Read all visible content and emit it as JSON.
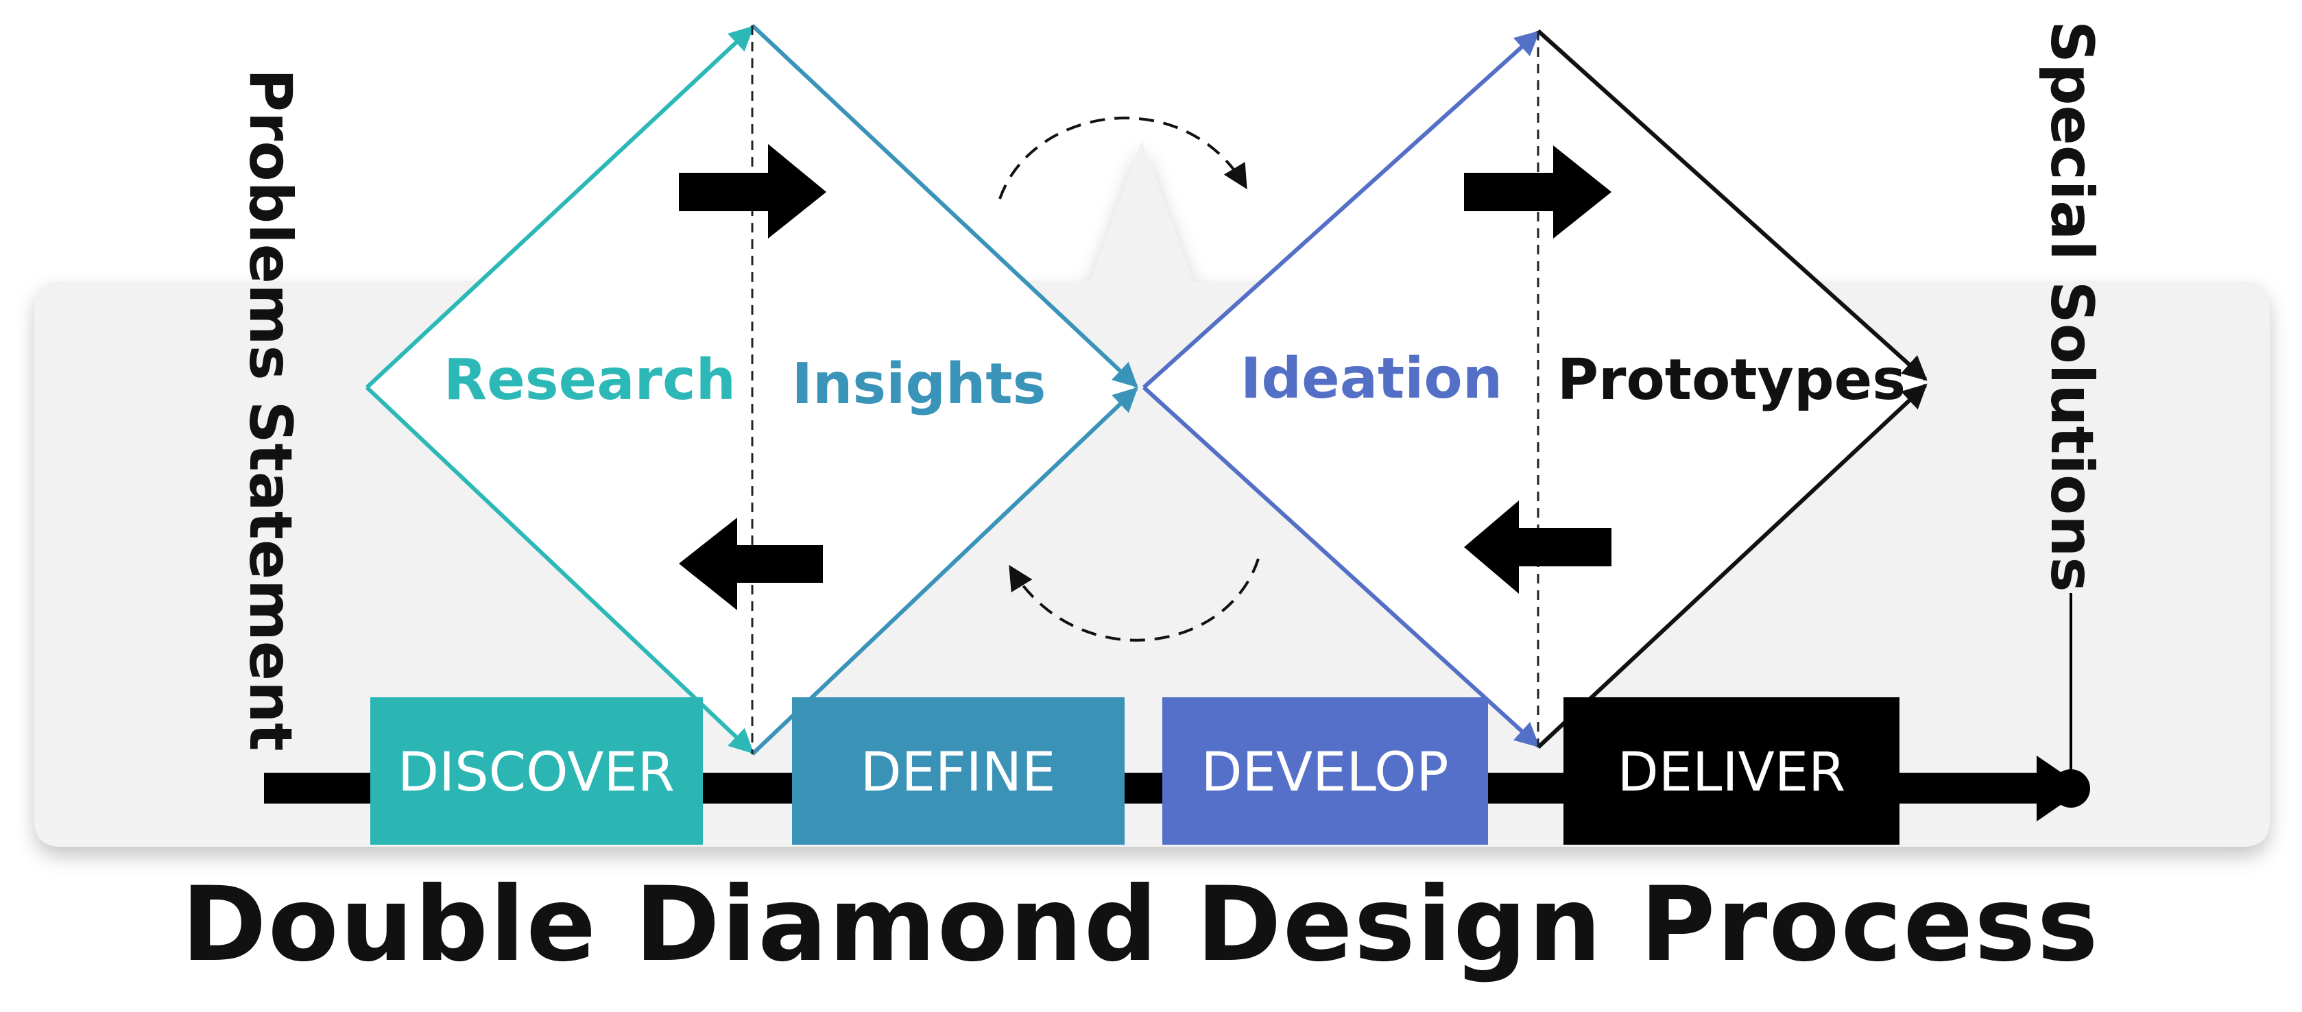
{
  "title": "Double Diamond Design Process",
  "side_labels": {
    "left": "Problems Statement",
    "right": "Special Solutions"
  },
  "phases": [
    {
      "label": "Research",
      "color": "#2db8b8"
    },
    {
      "label": "Insights",
      "color": "#3a93b8"
    },
    {
      "label": "Ideation",
      "color": "#5470c6"
    },
    {
      "label": "Prototypes",
      "color": "#111111"
    }
  ],
  "stages": [
    {
      "label": "DISCOVER",
      "color": "#2bb5b3"
    },
    {
      "label": "DEFINE",
      "color": "#3a92b7"
    },
    {
      "label": "DEVELOP",
      "color": "#5470c8"
    },
    {
      "label": "DELIVER",
      "color": "#000000"
    }
  ],
  "colors": {
    "panel": "#f2f2f2",
    "dashed": "#222222",
    "arrow": "#000000"
  }
}
